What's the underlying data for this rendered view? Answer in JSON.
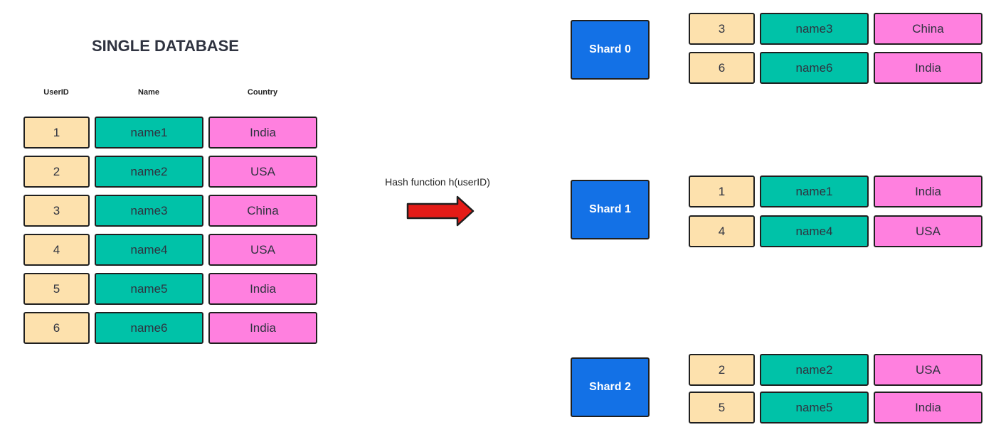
{
  "single_db": {
    "title": "SINGLE DATABASE",
    "headers": [
      "UserID",
      "Name",
      "Country"
    ],
    "rows": [
      {
        "id": "1",
        "name": "name1",
        "country": "India"
      },
      {
        "id": "2",
        "name": "name2",
        "country": "USA"
      },
      {
        "id": "3",
        "name": "name3",
        "country": "China"
      },
      {
        "id": "4",
        "name": "name4",
        "country": "USA"
      },
      {
        "id": "5",
        "name": "name5",
        "country": "India"
      },
      {
        "id": "6",
        "name": "name6",
        "country": "India"
      }
    ]
  },
  "hash": {
    "label": "Hash function h(userID)",
    "arrow_color": "#e41b17"
  },
  "shards": [
    {
      "label": "Shard 0",
      "rows": [
        {
          "id": "3",
          "name": "name3",
          "country": "China"
        },
        {
          "id": "6",
          "name": "name6",
          "country": "India"
        }
      ]
    },
    {
      "label": "Shard 1",
      "rows": [
        {
          "id": "1",
          "name": "name1",
          "country": "India"
        },
        {
          "id": "4",
          "name": "name4",
          "country": "USA"
        }
      ]
    },
    {
      "label": "Shard 2",
      "rows": [
        {
          "id": "2",
          "name": "name2",
          "country": "USA"
        },
        {
          "id": "5",
          "name": "name5",
          "country": "India"
        }
      ]
    }
  ],
  "colors": {
    "userid": "#fde1ad",
    "name": "#00c2a8",
    "country": "#ff80df",
    "shard": "#1371e6",
    "border": "#1f1f1f"
  }
}
